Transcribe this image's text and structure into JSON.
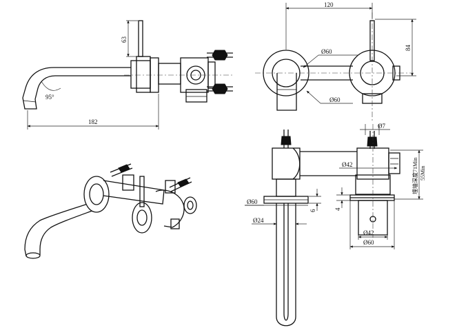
{
  "dimensions": {
    "height_63": "63",
    "angle_95": "95°",
    "length_182": "182",
    "width_120": "120",
    "height_84": "84",
    "dia_60_top": "Ø60",
    "dia_60_mid": "Ø60",
    "dia_7": "Ø7",
    "dia_42_side": "Ø42",
    "dia_60_flange": "Ø60",
    "dia_24": "Ø24",
    "thk_6": "6",
    "thk_4": "4",
    "dia_42_bottom": "Ø42",
    "dia_60_bottom": "Ø60",
    "wall_depth": "埋墙深度71Min",
    "wall_depth_max": "55Min"
  }
}
